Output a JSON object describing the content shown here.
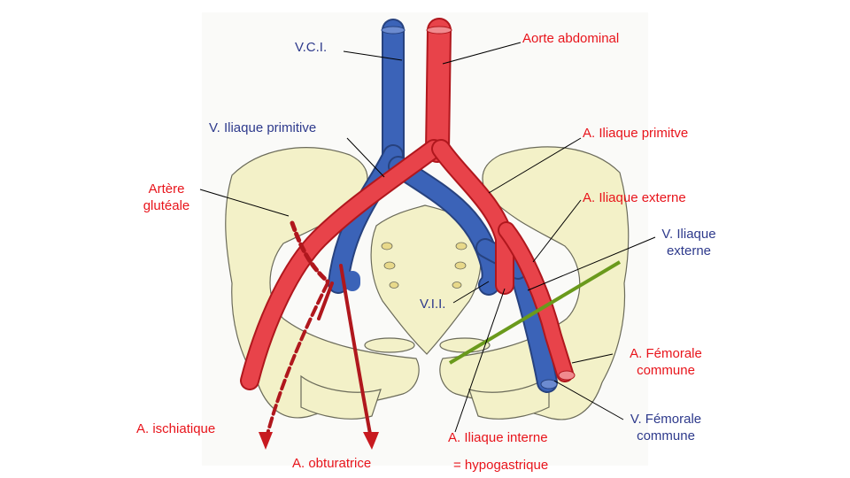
{
  "colors": {
    "artery": "#e8141b",
    "vein": "#2e3a8c",
    "vessel_red": "#e8434a",
    "vessel_blue": "#3b63b8",
    "bone": "#f3f1c8",
    "line_green": "#6a9a1c"
  },
  "labels": {
    "vci": "V.C.I.",
    "aorte": "Aorte abdominal",
    "v_iliaque_primitive": "V. Iliaque primitive",
    "a_iliaque_primitive": "A. Iliaque primitve",
    "artere_gluteale_1": "Artère",
    "artere_gluteale_2": "glutéale",
    "a_iliaque_externe": "A. Iliaque externe",
    "v_iliaque_externe_1": "V. Iliaque",
    "v_iliaque_externe_2": "externe",
    "vii": "V.I.I.",
    "a_femorale_1": "A. Fémorale",
    "a_femorale_2": "commune",
    "v_femorale_1": "V. Fémorale",
    "v_femorale_2": "commune",
    "a_ischiatique": "A. ischiatique",
    "a_obturatrice": "A. obturatrice",
    "a_iliaque_interne": "A.  Iliaque interne",
    "hypogastrique": "= hypogastrique"
  }
}
